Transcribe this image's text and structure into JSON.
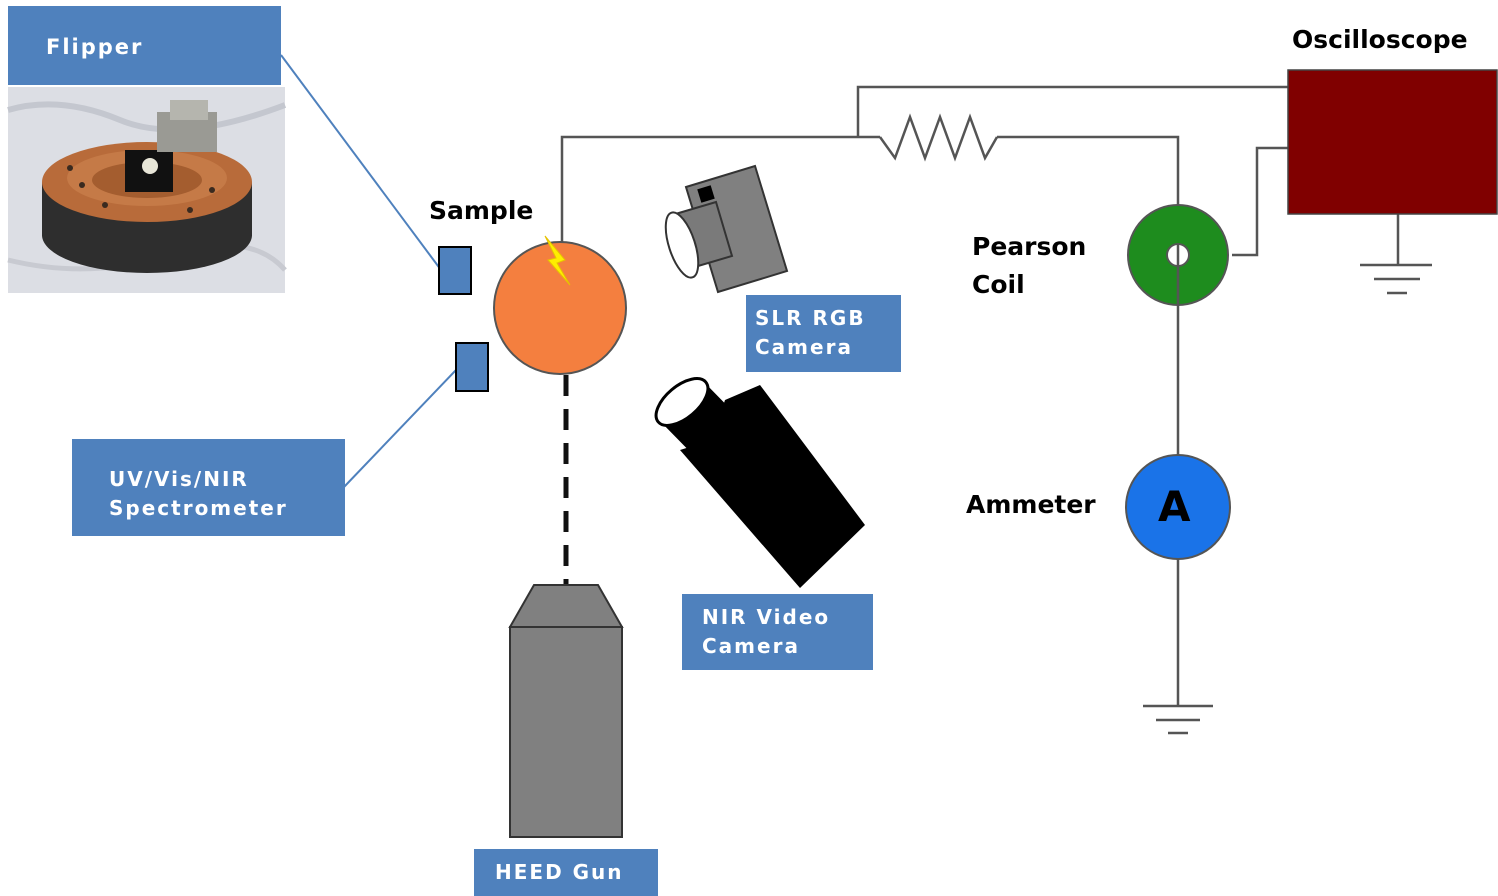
{
  "labels": {
    "flipper": "Flipper",
    "sample": "Sample",
    "slr_line1": "SLR RGB",
    "slr_line2": "Camera",
    "nir_line1": "NIR Video",
    "nir_line2": "Camera",
    "uv_line1": "UV/Vis/NIR",
    "uv_line2": "Spectrometer",
    "heed": "HEED Gun",
    "oscilloscope": "Oscilloscope",
    "pearson_line1": "Pearson",
    "pearson_line2": "Coil",
    "ammeter": "Ammeter",
    "ammeter_symbol": "A"
  },
  "colors": {
    "label_box": "#4f81bd",
    "sample": "#f47f3f",
    "oscilloscope": "#800000",
    "pearson_coil": "#1e8c1e",
    "ammeter": "#1a73e8",
    "spark": "#ffee00",
    "heed_gun": "#808080",
    "slr_camera": "#808080",
    "nir_camera": "#000000",
    "copper": "#b86b3a"
  },
  "icons": [
    "flipper-photo",
    "spark-icon",
    "ground-icon",
    "resistor-icon",
    "camera-icon"
  ]
}
